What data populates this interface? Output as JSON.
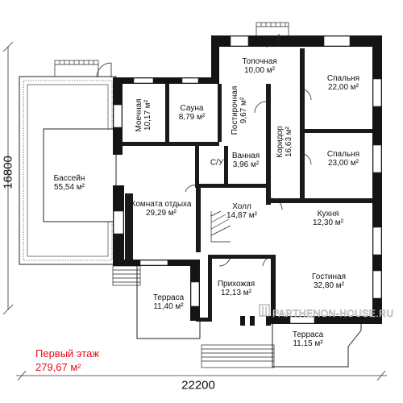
{
  "floor": {
    "title": "Первый этаж",
    "area": "279,67 м²"
  },
  "dimensions": {
    "width": "22200",
    "height": "16800"
  },
  "watermark": "PARTHENON-HOUSE.RU",
  "rooms": {
    "topochnaya": {
      "name": "Топочная",
      "area": "10,00 м²"
    },
    "spalnya1": {
      "name": "Спальня",
      "area": "22,00 м²"
    },
    "moechnaya": {
      "name": "Моечная",
      "area": "10,17 м²"
    },
    "sauna": {
      "name": "Сауна",
      "area": "8,79 м²"
    },
    "postirochnaya": {
      "name": "Постирочная",
      "area": "9,67 м²"
    },
    "koridor": {
      "name": "Коридор",
      "area": "16,63 м²"
    },
    "basseyn": {
      "name": "Бассейн",
      "area": "55,54 м²"
    },
    "su": {
      "name": "С/У"
    },
    "vannaya": {
      "name": "Ванная",
      "area": "3,96 м²"
    },
    "spalnya2": {
      "name": "Спальня",
      "area": "23,00 м²"
    },
    "komnata": {
      "name": "Комната отдыха",
      "area": "29,29 м²"
    },
    "holl": {
      "name": "Холл",
      "area": "14,87 м²"
    },
    "kuhnya": {
      "name": "Кухня",
      "area": "12,30 м²"
    },
    "prihozhaya": {
      "name": "Прихожая",
      "area": "12,13 м²"
    },
    "gostinaya": {
      "name": "Гостиная",
      "area": "32,80 м²"
    },
    "terrasa1": {
      "name": "Терраса",
      "area": "11,40 м²"
    },
    "terrasa2": {
      "name": "Терраса",
      "area": "11,15 м²"
    }
  }
}
